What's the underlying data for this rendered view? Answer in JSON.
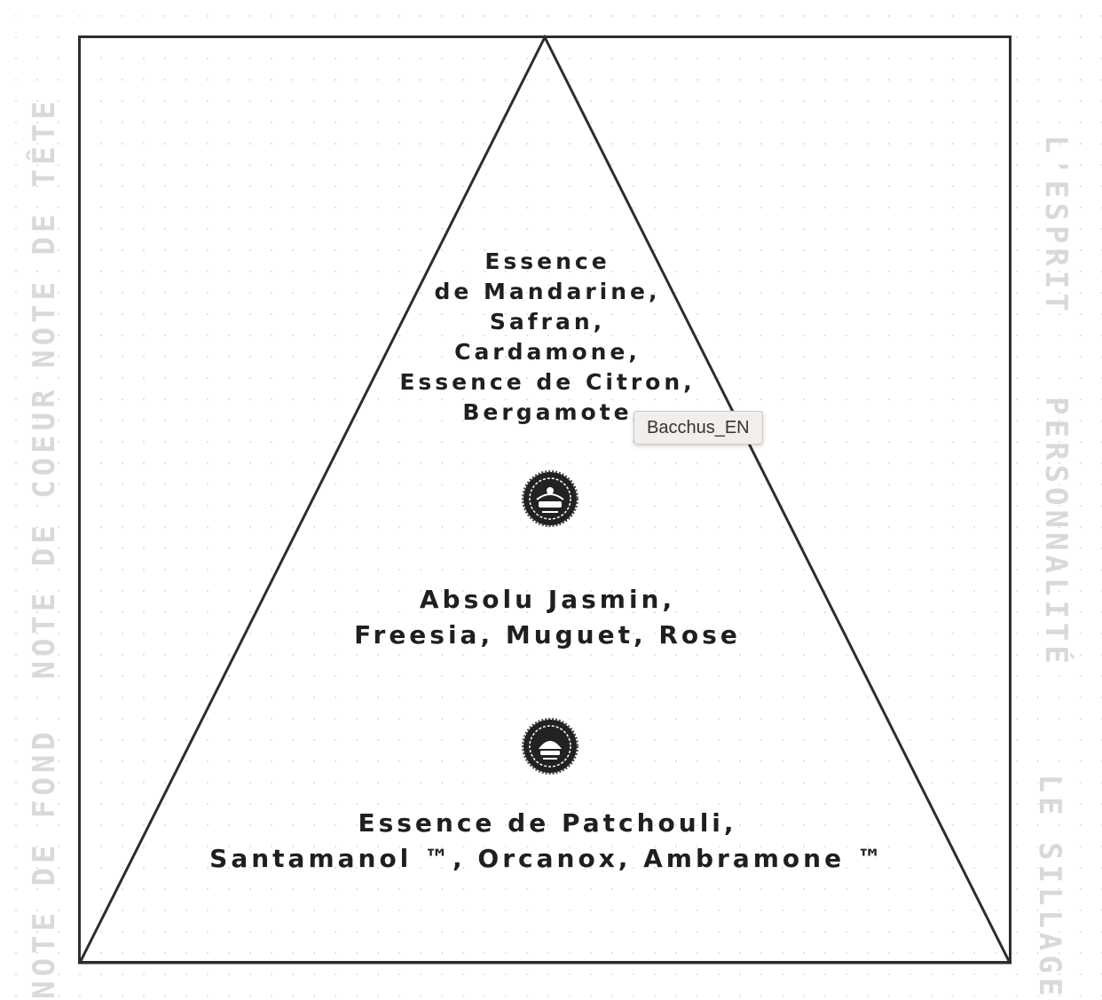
{
  "side_labels": {
    "left": [
      "NOTE DE TÊTE",
      "NOTE DE COEUR",
      "NOTE DE FOND"
    ],
    "right": [
      "L'ESPRIT",
      "PERSONNALITÉ",
      "LE SILLAGE"
    ]
  },
  "pyramid": {
    "top_notes": [
      "Essence",
      "de Mandarine,",
      "Safran,",
      "Cardamone,",
      "Essence de Citron,",
      "Bergamote"
    ],
    "heart_notes": [
      "Absolu Jasmin,",
      "Freesia, Muguet, Rose"
    ],
    "base_notes": [
      "Essence de Patchouli,",
      "Santamanol ™, Orcanox, Ambramone ™"
    ]
  },
  "icons": {
    "medallion_1": "ornate-medallion-icon",
    "medallion_2": "ornate-medallion-icon"
  },
  "tooltip": {
    "text": "Bacchus_EN"
  },
  "colors": {
    "frame": "#2d2d2d",
    "text": "#1f1f1f",
    "side_label": "#d9d9d9",
    "tooltip_bg": "#f1eeeb"
  }
}
